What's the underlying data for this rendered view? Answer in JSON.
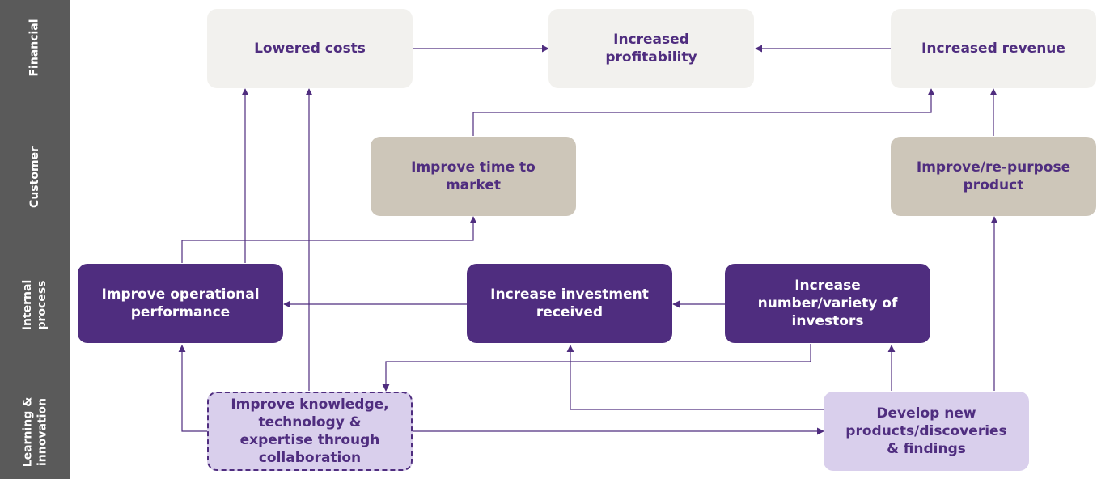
{
  "lanes": {
    "financial": "Financial",
    "customer": "Customer",
    "internal_process": [
      "Internal",
      "process"
    ],
    "learning": [
      "Learning &",
      "innovation"
    ]
  },
  "nodes": {
    "lowered_costs": "Lowered costs",
    "increased_profitability": [
      "Increased",
      "profitability"
    ],
    "increased_revenue": "Increased revenue",
    "improve_time_to_market": [
      "Improve time to",
      "market"
    ],
    "improve_repurpose_product": [
      "Improve/re-purpose",
      "product"
    ],
    "improve_operational_performance": [
      "Improve operational",
      "performance"
    ],
    "increase_investment_received": [
      "Increase investment",
      "received"
    ],
    "increase_investors": [
      "Increase",
      "number/variety of",
      "investors"
    ],
    "improve_knowledge": [
      "Improve knowledge,",
      "technology &",
      "expertise through",
      "collaboration"
    ],
    "develop_products": [
      "Develop new",
      "products/discoveries",
      "& findings"
    ]
  },
  "colors": {
    "purple": "#4f2d7f",
    "light_purple": "#d9cfec",
    "beige": "#cdc6b9",
    "off_white": "#f2f1ee",
    "sidebar_gray": "#5a5a5a"
  }
}
